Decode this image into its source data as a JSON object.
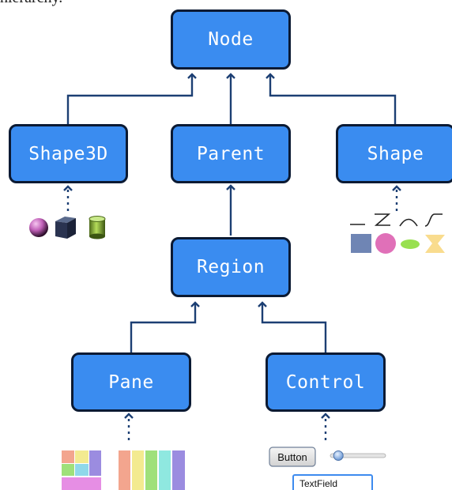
{
  "partial_text": "hierarchy.",
  "nodes": {
    "node": "Node",
    "shape3d": "Shape3D",
    "parent": "Parent",
    "shape": "Shape",
    "region": "Region",
    "pane": "Pane",
    "control": "Control"
  },
  "controls_preview": {
    "button_label": "Button",
    "textfield_value": "TextField",
    "slider_value": 0.1
  },
  "colors": {
    "node_fill": "#3a8cf0",
    "node_border": "#0b1a33",
    "connector": "#1c3f73"
  }
}
